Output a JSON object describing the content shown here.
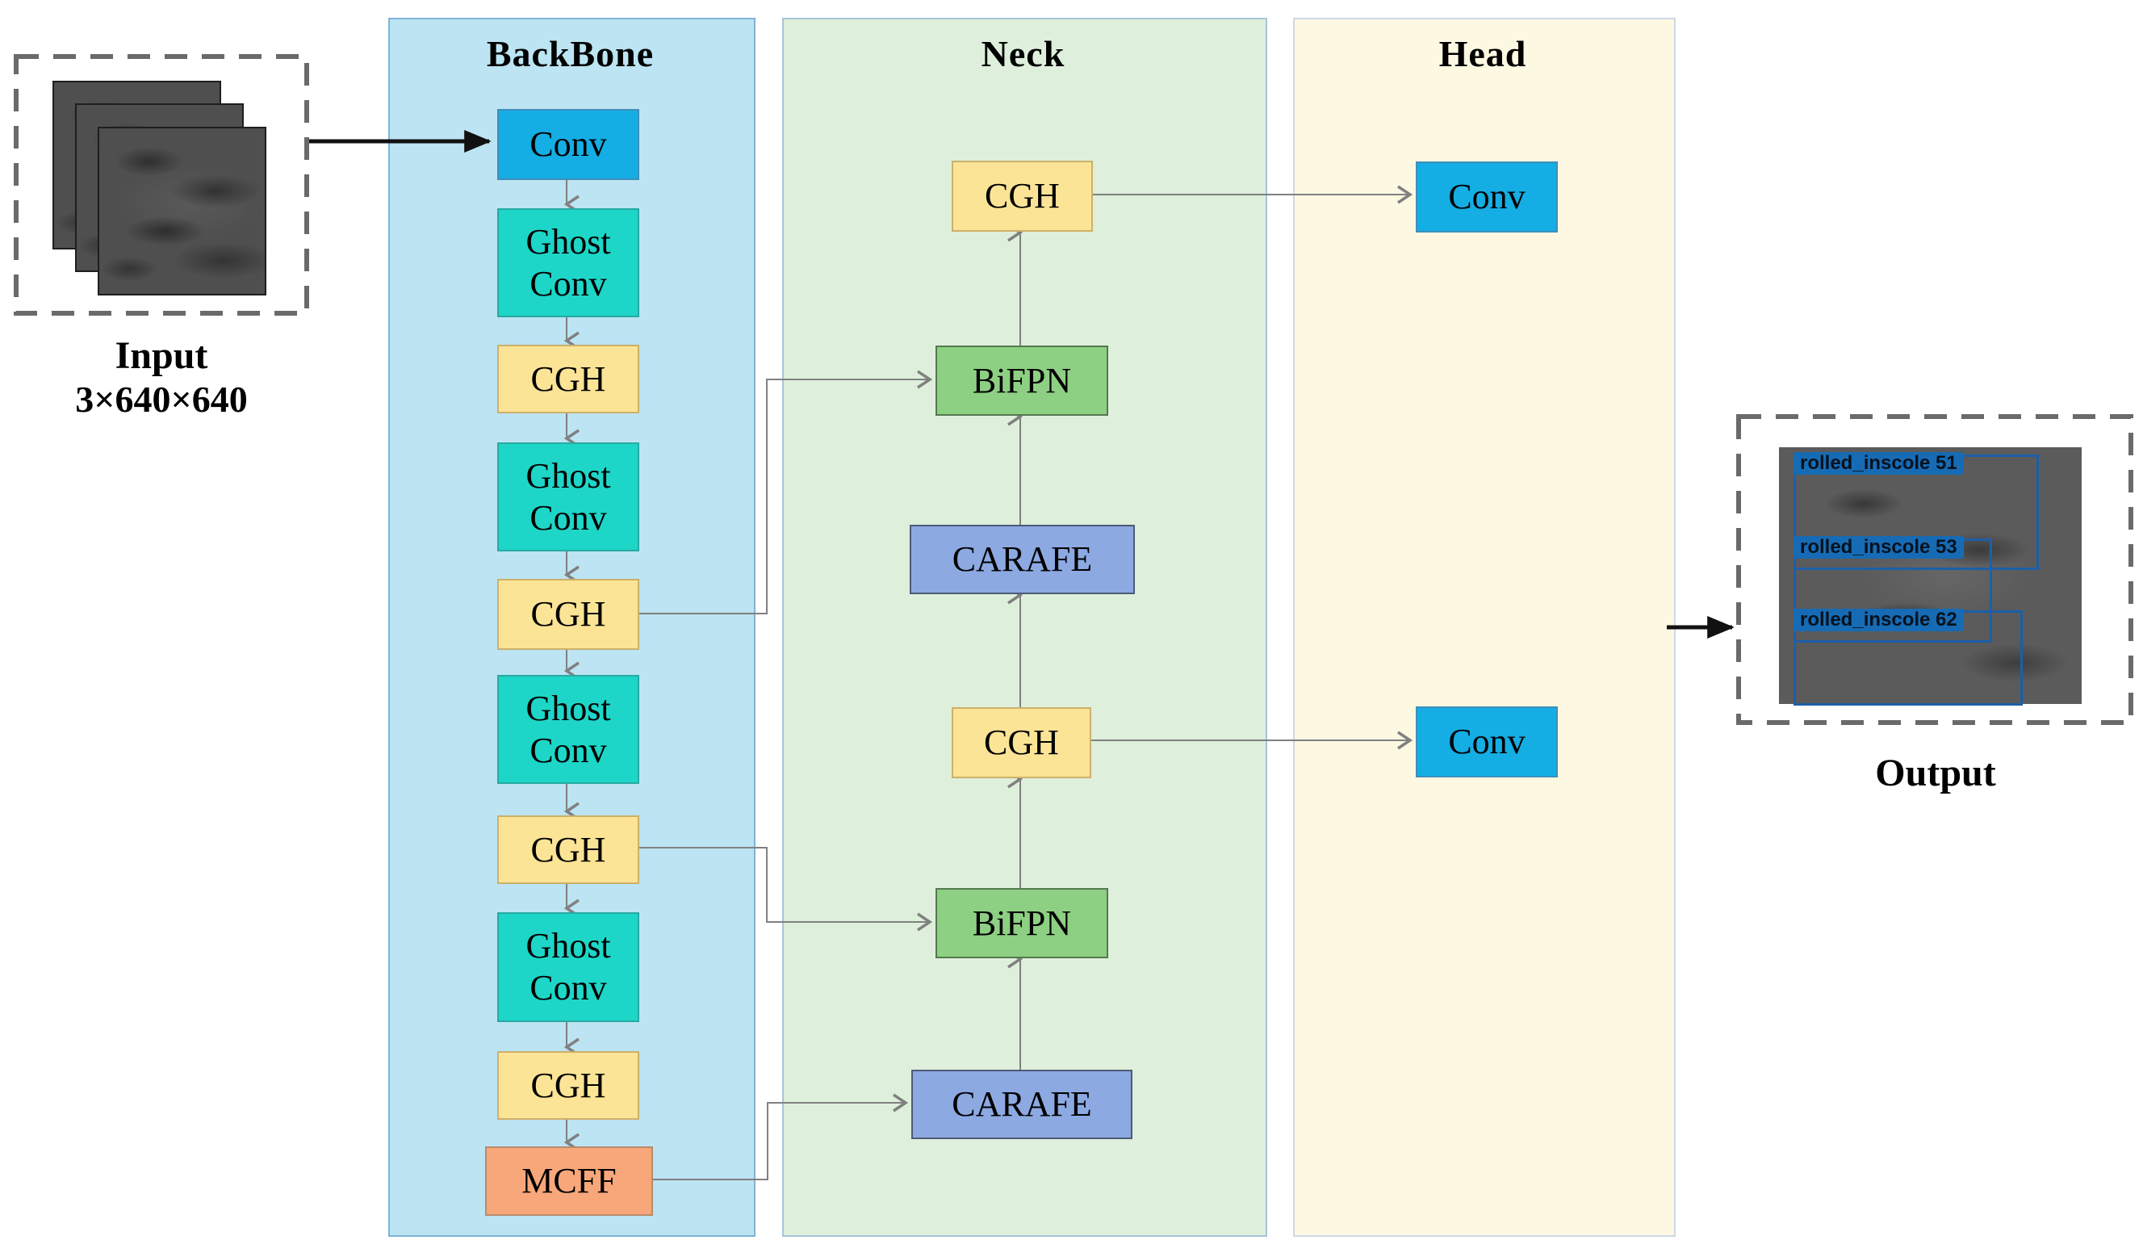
{
  "input": {
    "label": "Input",
    "size_label": "3×640×640"
  },
  "backbone": {
    "title": "BackBone",
    "nodes": [
      "Conv",
      "Ghost Conv",
      "CGH",
      "Ghost Conv",
      "CGH",
      "Ghost Conv",
      "CGH",
      "Ghost Conv",
      "CGH",
      "MCFF"
    ]
  },
  "neck": {
    "title": "Neck",
    "nodes": [
      "CGH",
      "BiFPN",
      "CARAFE",
      "CGH",
      "BiFPN",
      "CARAFE"
    ]
  },
  "head": {
    "title": "Head",
    "nodes": [
      "Conv",
      "Conv"
    ]
  },
  "output": {
    "label": "Output",
    "detections": [
      "rolled_inscole 51",
      "rolled_inscole 53",
      "rolled_inscole 62"
    ]
  },
  "colors": {
    "backbone_panel": "#bce4f2",
    "neck_panel": "#def0dc",
    "head_panel": "#fdf8e2",
    "conv_box": "#14ade4",
    "ghost_conv_box": "#1dd6c8",
    "cgh_box": "#fce496",
    "mcff_box": "#f8a77a",
    "bifpn_box": "#8ed083",
    "carafe_box": "#8ca9e2",
    "detection_label": "#176bb4",
    "connector_gray": "#808080",
    "arrow_black": "#111111"
  }
}
